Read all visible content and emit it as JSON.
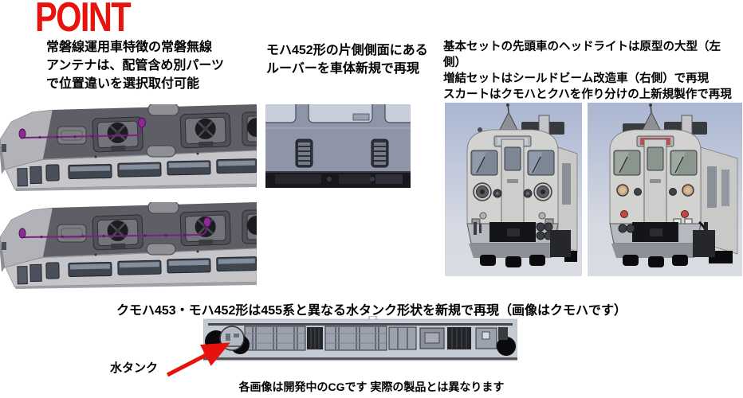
{
  "colors": {
    "title_red": "#e8130c",
    "arrow_red": "#e8120c",
    "antenna_purple": "#8d2b94",
    "cg_body_gray": "#c6c6ca",
    "cg_roof_gray": "#5d5e66",
    "front_bg_blue": "#aeb9d3"
  },
  "header": {
    "title": "POINT"
  },
  "features": {
    "antenna": {
      "text": "常磐線運用車特徴の常磐無線\nアンテナは、配管含め別パーツ\nで位置違いを選択取付可能"
    },
    "louver": {
      "text": "モハ452形の片側側面にある\nルーバーを車体新規で再現"
    },
    "headlight": {
      "text": "基本セットの先頭車のヘッドライトは原型の大型（左側）\n増結セットはシールドビーム改造車（右側）で再現\nスカートはクモハとクハを作り分けの上新規製作で再現"
    }
  },
  "water_tank": {
    "caption": "クモハ453・モハ452形は455系と異なる水タンク形状を新規で再現（画像はクモハです）",
    "label": "水タンク"
  },
  "footer": {
    "disclaimer": "各画像は開発中のCGです 実際の製品とは異なります"
  }
}
